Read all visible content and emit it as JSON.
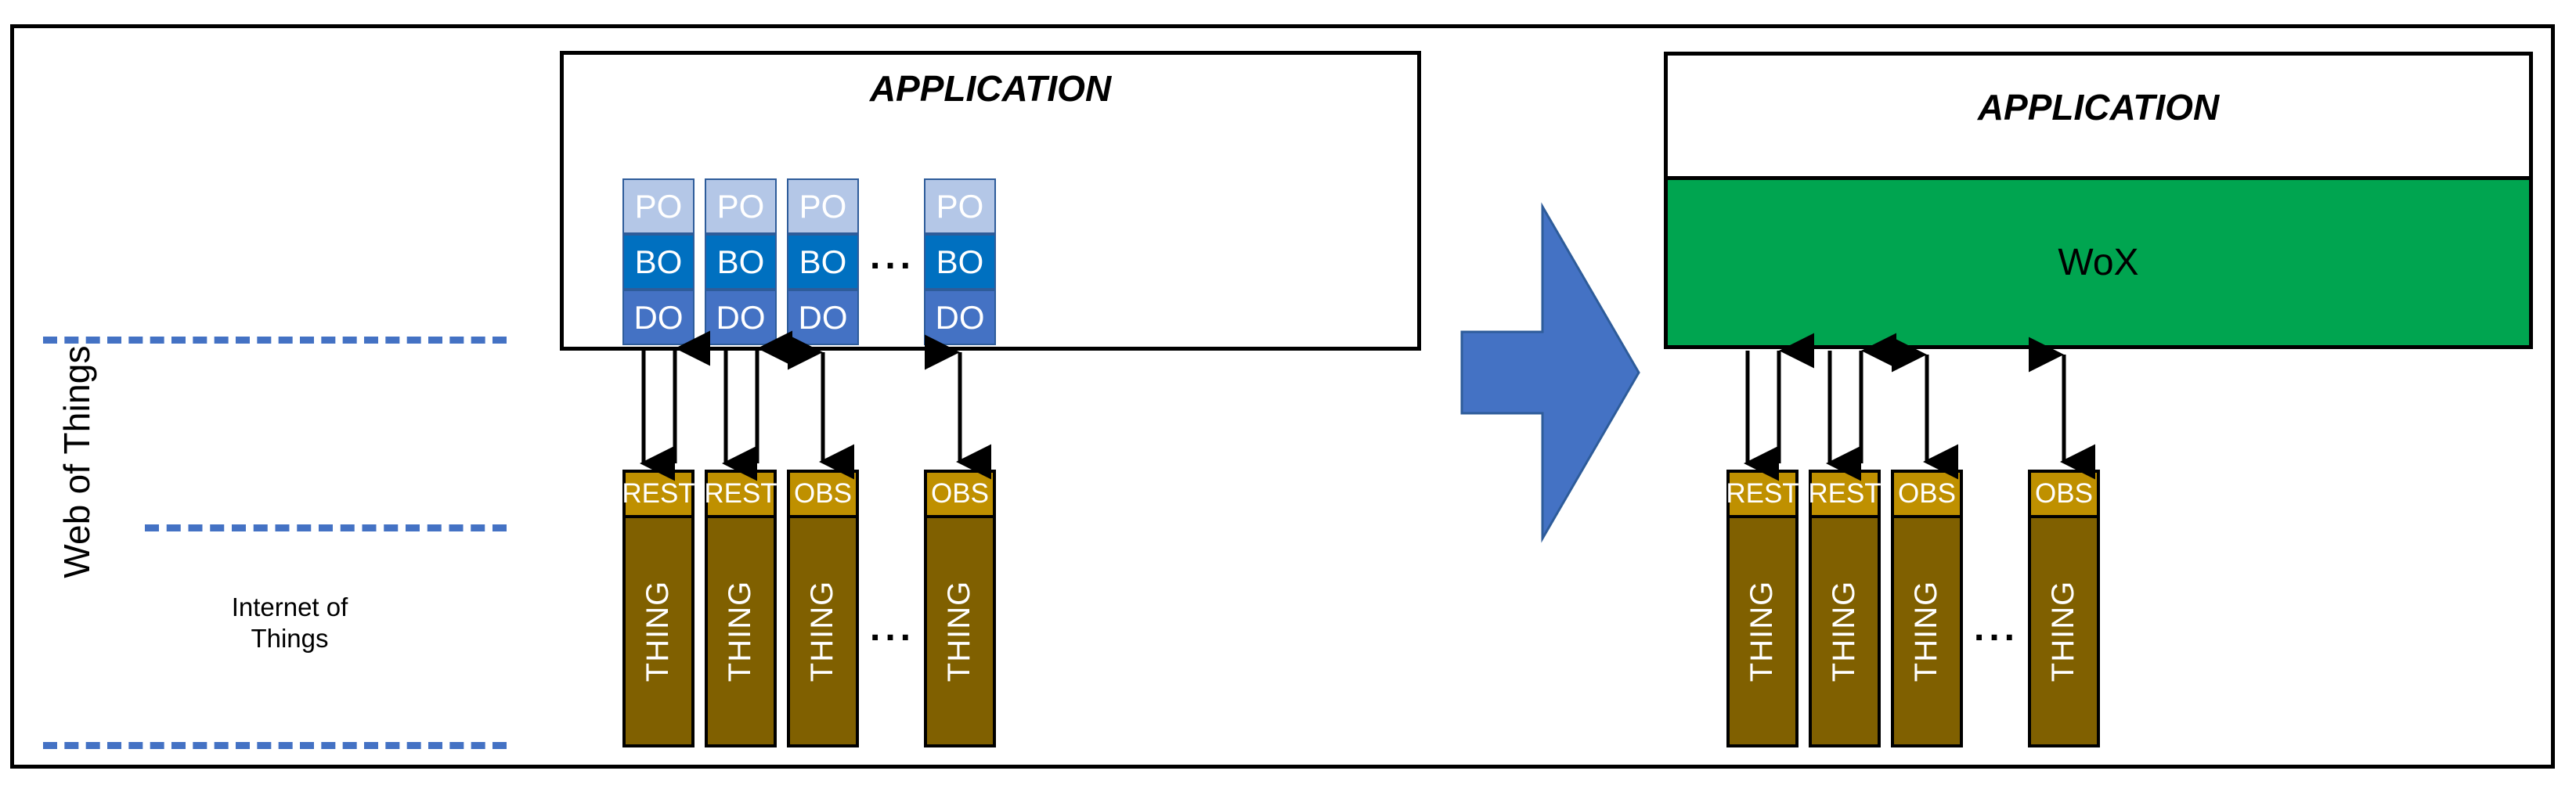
{
  "diagram": {
    "title_left": "APPLICATION",
    "title_right": "APPLICATION",
    "wox_label": "WoX",
    "legend": {
      "outer_label": "Web of Things",
      "inner_label": "Internet of\nThings"
    },
    "ellipsis": "...",
    "colors": {
      "po": "#B4C7E7",
      "bo": "#0070C0",
      "do": "#4472C4",
      "interface": "#BF9000",
      "thing": "#806000",
      "wox": "#00A550",
      "transition_arrow": "#4472C4",
      "dashed_line": "#4472C4",
      "frame": "#000000"
    },
    "left_panel": {
      "object_stack_labels": [
        "PO",
        "BO",
        "DO"
      ],
      "columns": [
        {
          "interface": "REST",
          "thing": "THING",
          "arrows": "two-one-way"
        },
        {
          "interface": "REST",
          "thing": "THING",
          "arrows": "two-one-way"
        },
        {
          "interface": "OBS",
          "thing": "THING",
          "arrows": "bidirectional"
        },
        {
          "interface": "OBS",
          "thing": "THING",
          "arrows": "bidirectional"
        }
      ]
    },
    "right_panel": {
      "columns": [
        {
          "interface": "REST",
          "thing": "THING",
          "arrows": "two-one-way"
        },
        {
          "interface": "REST",
          "thing": "THING",
          "arrows": "two-one-way"
        },
        {
          "interface": "OBS",
          "thing": "THING",
          "arrows": "bidirectional"
        },
        {
          "interface": "OBS",
          "thing": "THING",
          "arrows": "bidirectional"
        }
      ]
    }
  }
}
